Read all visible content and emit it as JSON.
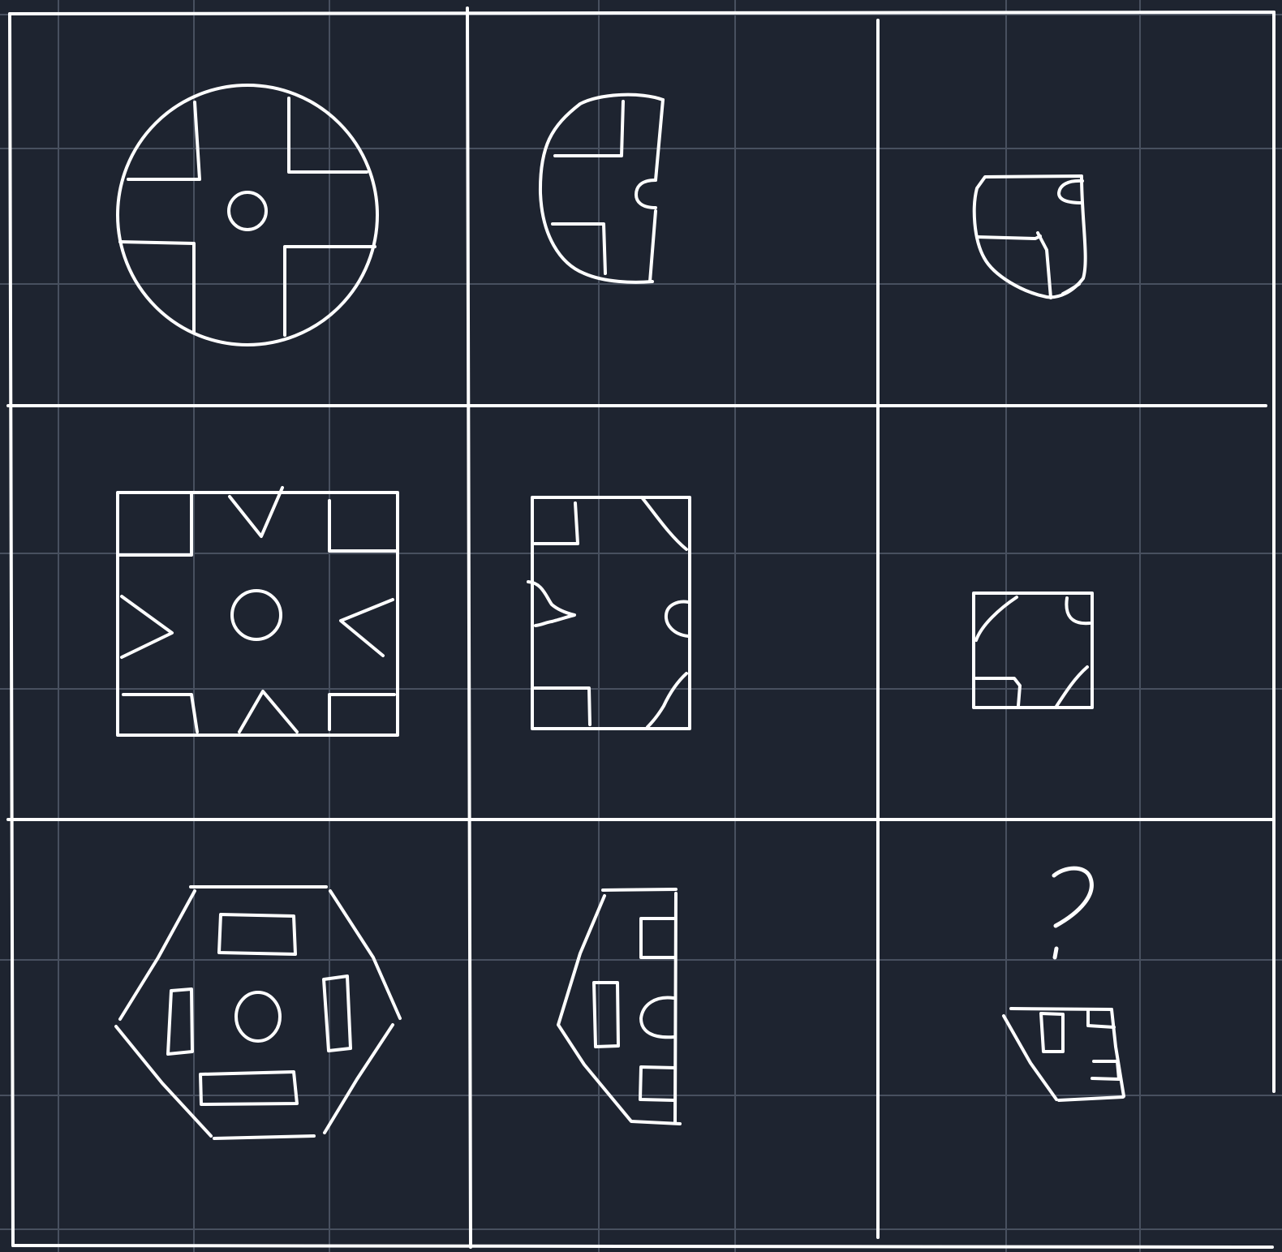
{
  "puzzle": {
    "background_color": "#1e2430",
    "grid_line_color": "#48505f",
    "stroke_color": "#ffffff",
    "rows": [
      {
        "row_shape": "circle",
        "cells": [
          {
            "variant": "full"
          },
          {
            "variant": "partial"
          },
          {
            "variant": "fragment"
          }
        ]
      },
      {
        "row_shape": "rectangle",
        "cells": [
          {
            "variant": "full"
          },
          {
            "variant": "partial"
          },
          {
            "variant": "fragment"
          }
        ]
      },
      {
        "row_shape": "hexagon",
        "cells": [
          {
            "variant": "full"
          },
          {
            "variant": "partial"
          },
          {
            "variant": "unknown"
          }
        ]
      }
    ],
    "missing_marker": "?"
  }
}
